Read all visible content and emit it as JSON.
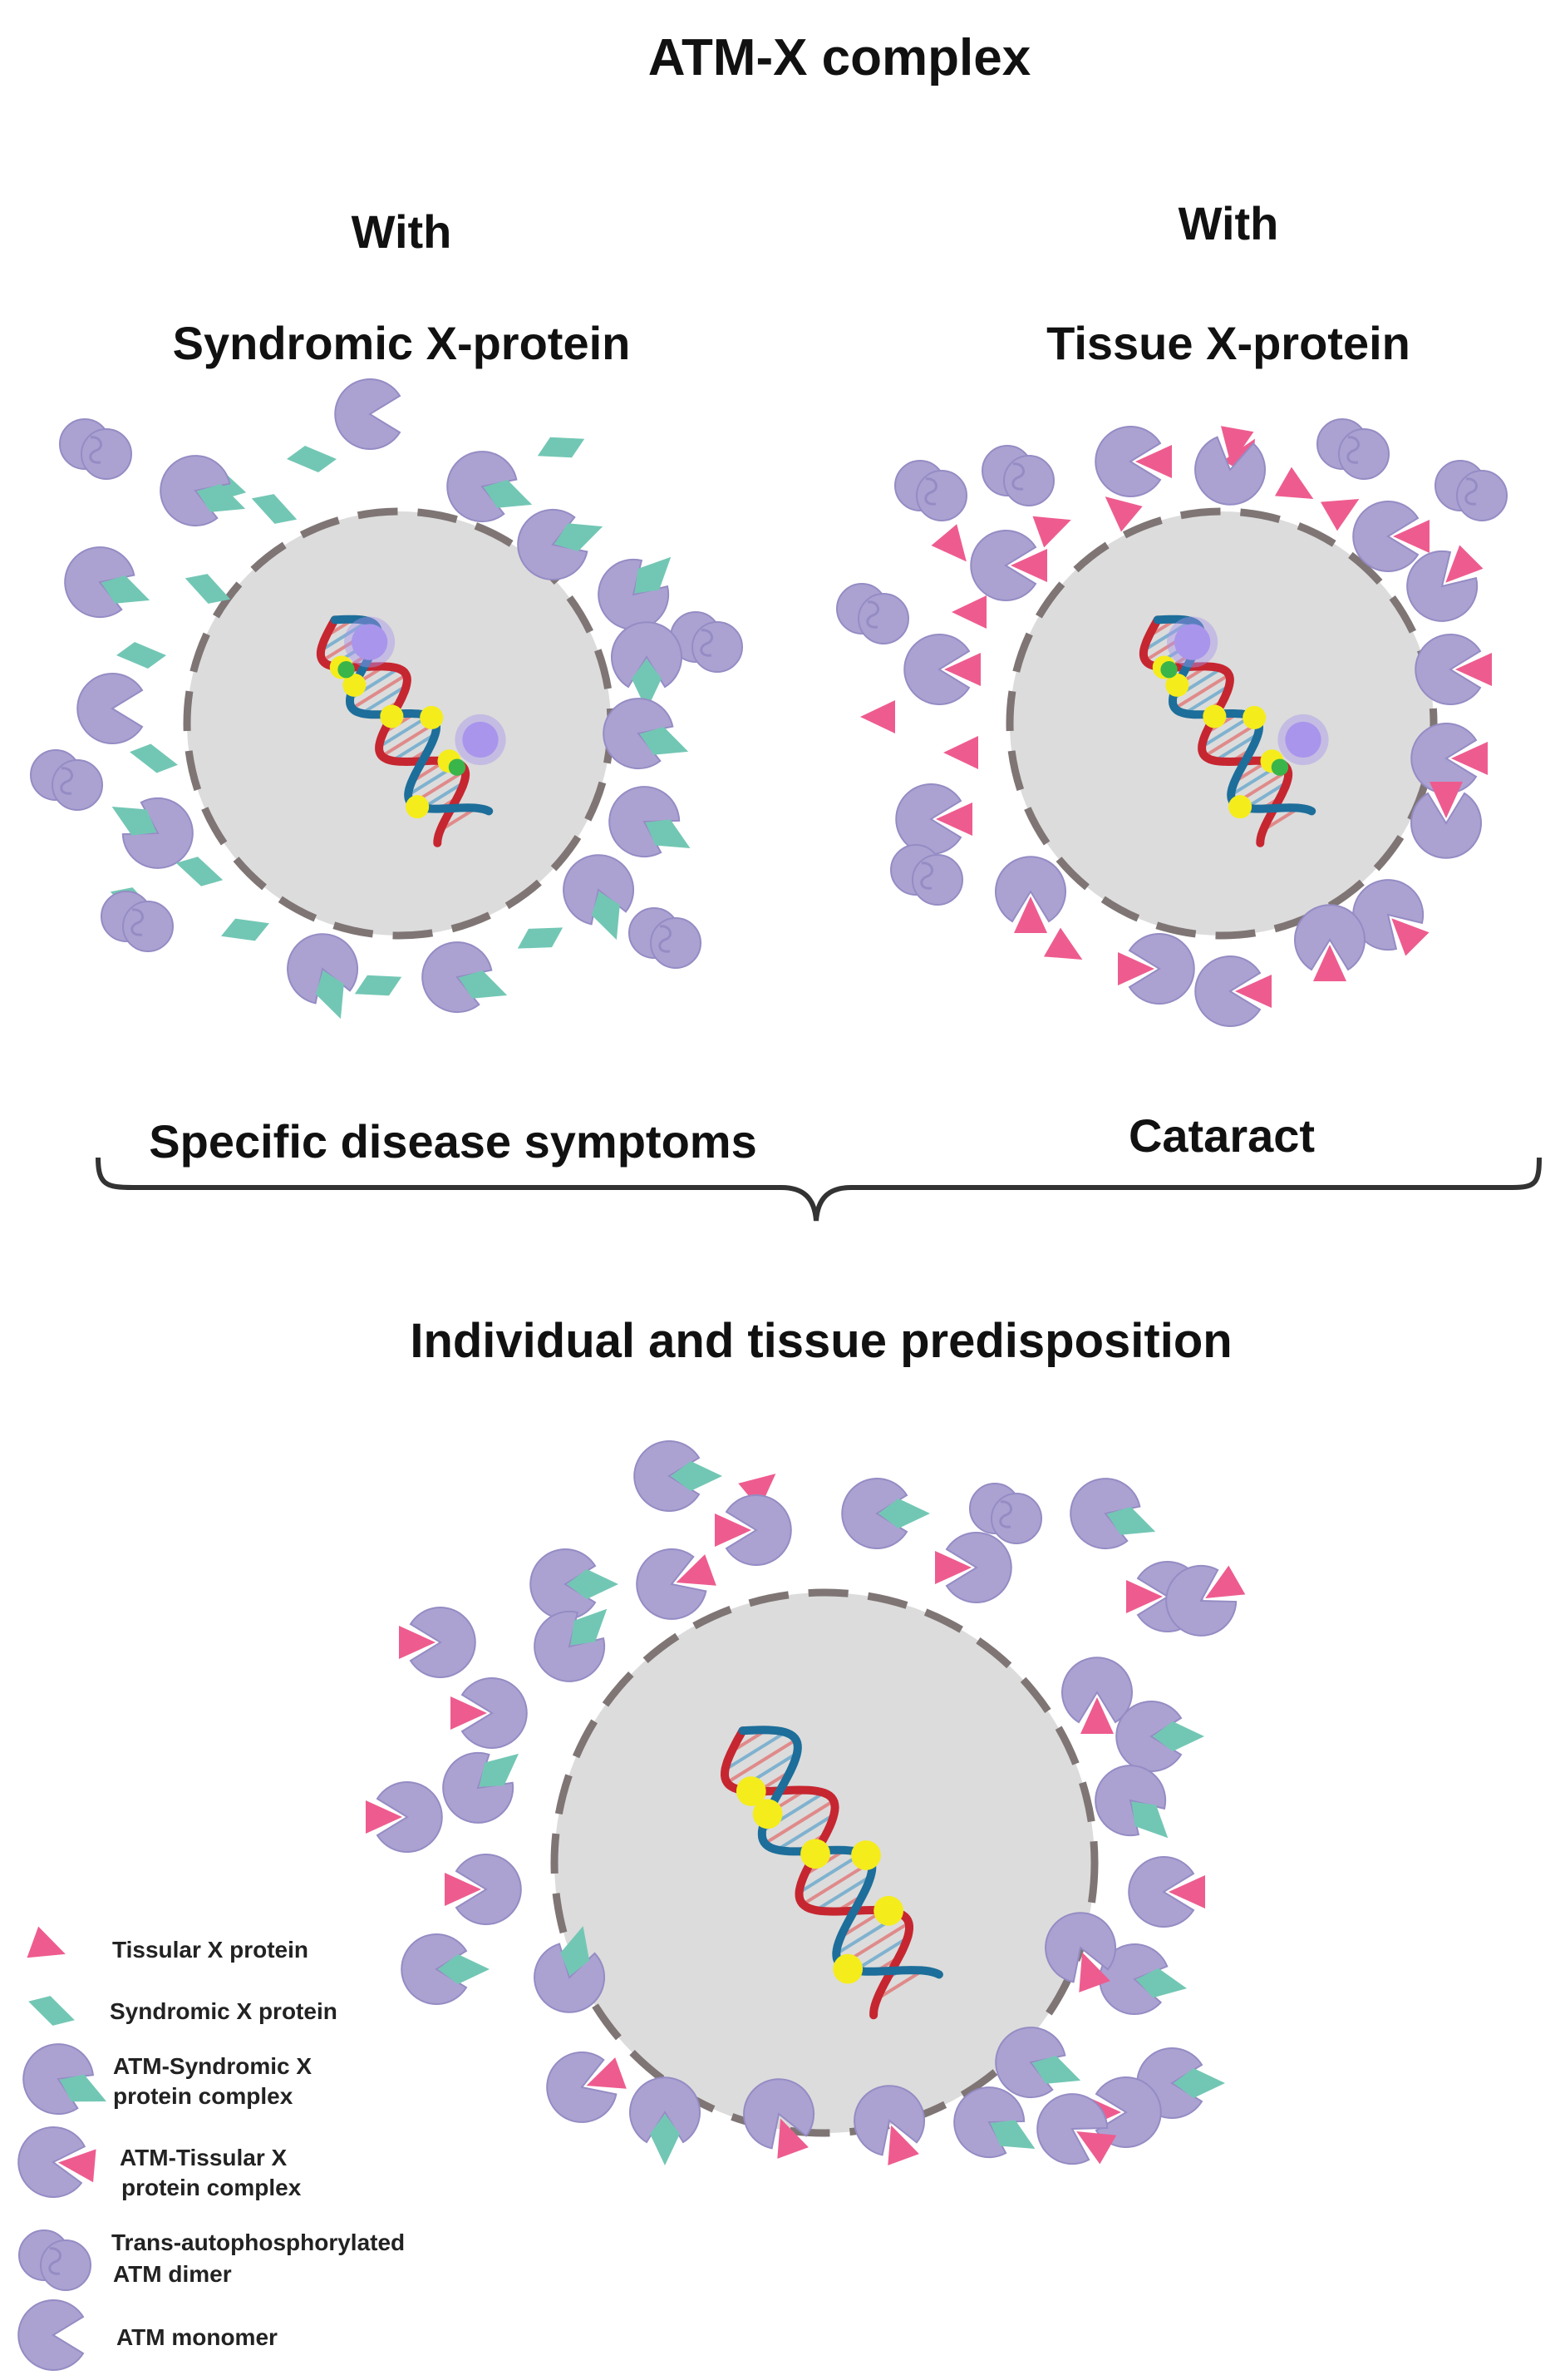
{
  "title": "ATM-X complex",
  "panel_left": {
    "heading_line1": "With",
    "heading_line2": "Syndromic X-protein",
    "effect": "Specific disease symptoms"
  },
  "panel_right": {
    "heading_line1": "With",
    "heading_line2": "Tissue X-protein",
    "effect": "Cataract"
  },
  "bottom_heading": "Individual and tissue predisposition",
  "legend": {
    "tissular_x": "Tissular X protein",
    "syndromic_x": "Syndromic X protein",
    "atm_syndromic_l1": "ATM-Syndromic X",
    "atm_syndromic_l2": "protein  complex",
    "atm_tissular_l1": "ATM-Tissular X",
    "atm_tissular_l2": "protein  complex",
    "dimer_l1": "Trans-autophosphorylated",
    "dimer_l2": "ATM dimer",
    "monomer": "ATM monomer"
  },
  "colors": {
    "atm": "#aba2d2",
    "atm_stroke": "#8f86bd",
    "syndromic": "#72c7b4",
    "tissular": "#ee5c8f",
    "nucleus": "#dcdcdc",
    "membrane": "#7f7575",
    "dna_red": "#c62630",
    "dna_blue": "#1d6e9a",
    "site_yellow": "#f5ec1c",
    "site_green": "#3ab54a",
    "atm_active": "#a995ec"
  }
}
